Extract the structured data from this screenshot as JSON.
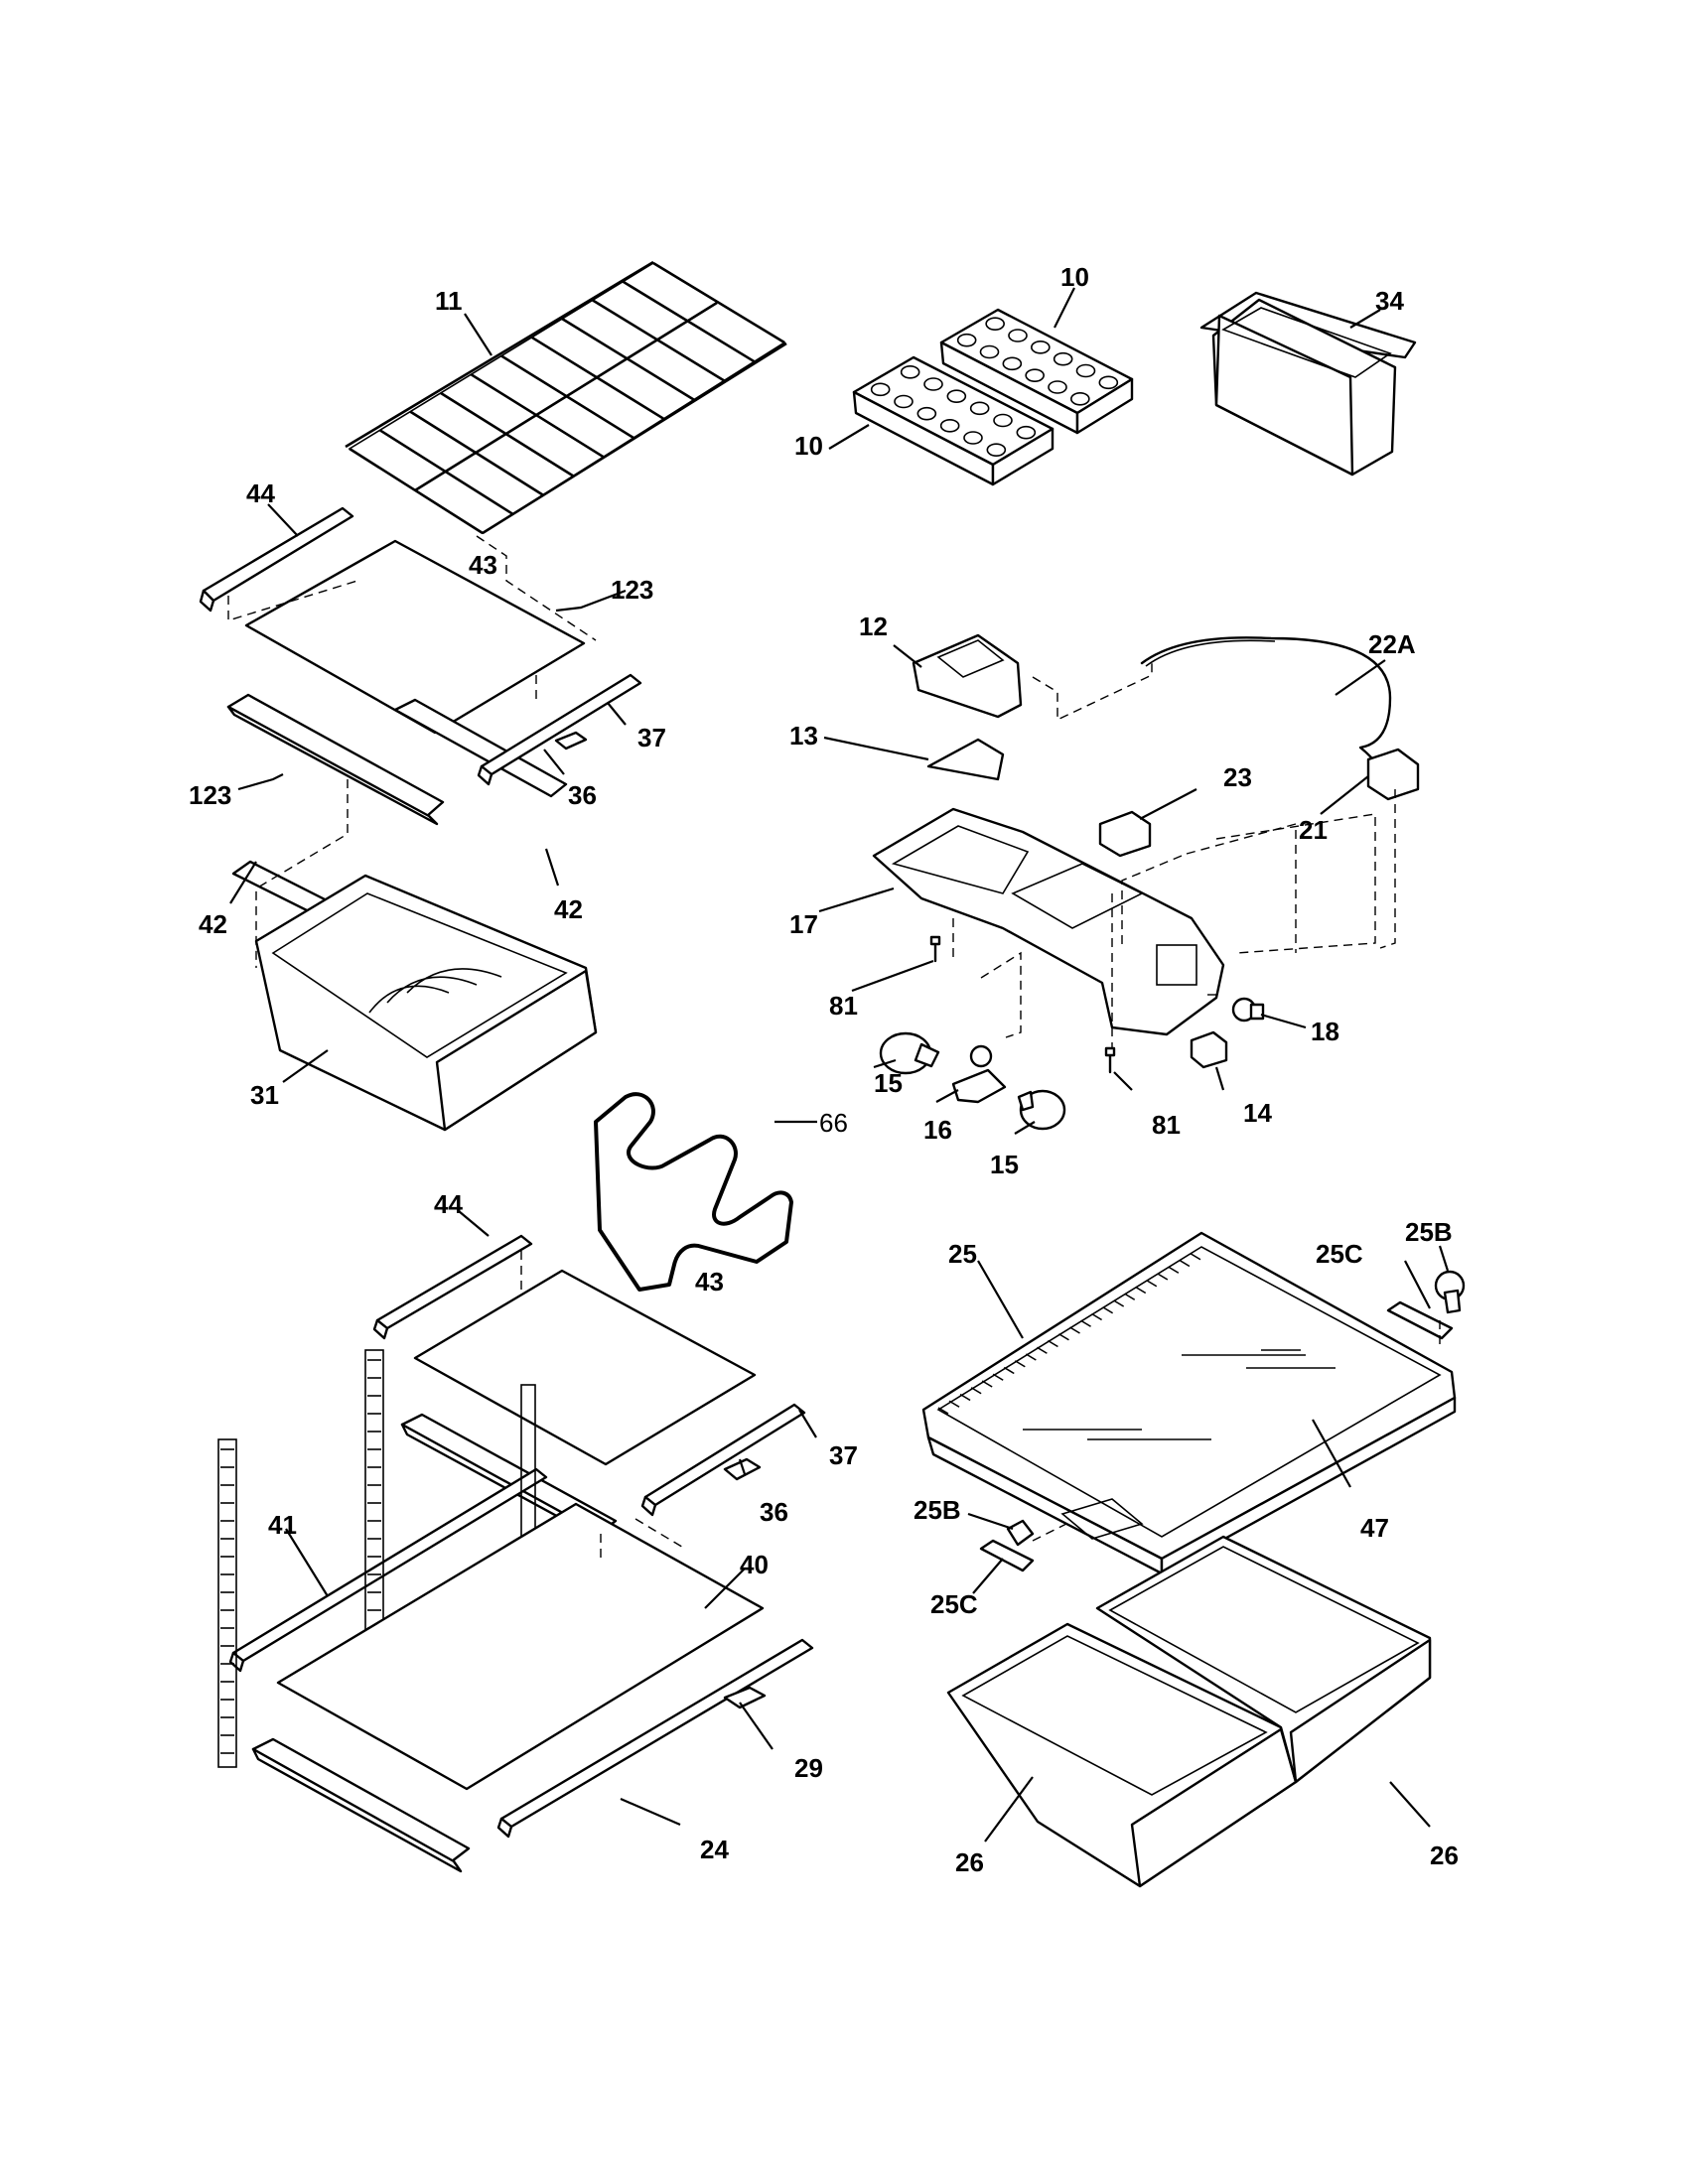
{
  "callouts": [
    {
      "text": "11"
    },
    {
      "text": "10"
    },
    {
      "text": "10"
    },
    {
      "text": "34"
    },
    {
      "text": "44"
    },
    {
      "text": "43"
    },
    {
      "text": "123"
    },
    {
      "text": "37"
    },
    {
      "text": "36"
    },
    {
      "text": "123"
    },
    {
      "text": "42"
    },
    {
      "text": "42"
    },
    {
      "text": "31"
    },
    {
      "text": "66"
    },
    {
      "text": "12"
    },
    {
      "text": "22A"
    },
    {
      "text": "13"
    },
    {
      "text": "23"
    },
    {
      "text": "21"
    },
    {
      "text": "17"
    },
    {
      "text": "81"
    },
    {
      "text": "18"
    },
    {
      "text": "15"
    },
    {
      "text": "16"
    },
    {
      "text": "14"
    },
    {
      "text": "81"
    },
    {
      "text": "15"
    },
    {
      "text": "44"
    },
    {
      "text": "43"
    },
    {
      "text": "37"
    },
    {
      "text": "36"
    },
    {
      "text": "41"
    },
    {
      "text": "40"
    },
    {
      "text": "29"
    },
    {
      "text": "24"
    },
    {
      "text": "25"
    },
    {
      "text": "25B"
    },
    {
      "text": "25C"
    },
    {
      "text": "47"
    },
    {
      "text": "25B"
    },
    {
      "text": "25C"
    },
    {
      "text": "26"
    },
    {
      "text": "26"
    }
  ]
}
